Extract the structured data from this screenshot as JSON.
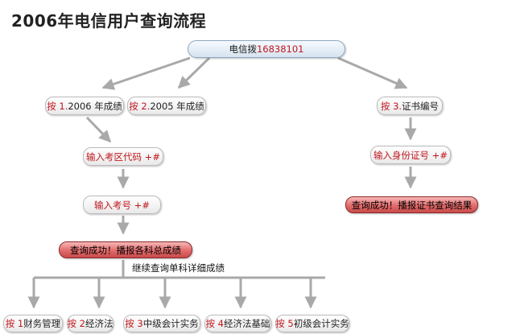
{
  "title": "2006年电信用户查询流程",
  "root": {
    "text": "电信拨",
    "number": "16838101"
  },
  "press_2006": {
    "key": "按 1.",
    "text": "2006 年成绩"
  },
  "press_2005": {
    "key": "按 2.",
    "text": "2005 年成绩"
  },
  "press_cert": {
    "key": "按 3.",
    "text": "证书编号"
  },
  "input_area": "输入考区代码 +#",
  "input_exam": "输入考号 +#",
  "success_scores": "查询成功！播报各科总成绩",
  "continue_text": "继续查询单科详细成绩",
  "input_id": "输入身份证号 +#",
  "success_cert": "查询成功！播报证书查询结果",
  "subjects": [
    {
      "key": "按 1",
      "text": "财务管理"
    },
    {
      "key": "按 2",
      "text": "经济法"
    },
    {
      "key": "按 3",
      "text": "中级会计实务"
    },
    {
      "key": "按 4",
      "text": "经济法基础"
    },
    {
      "key": "按 5",
      "text": "初级会计实务"
    }
  ],
  "colors": {
    "accent_red": "#c0171e",
    "arrow_gray": "#a9a9a9",
    "root_blue": "#d6e3f0",
    "success_red": "#e26b6b"
  }
}
